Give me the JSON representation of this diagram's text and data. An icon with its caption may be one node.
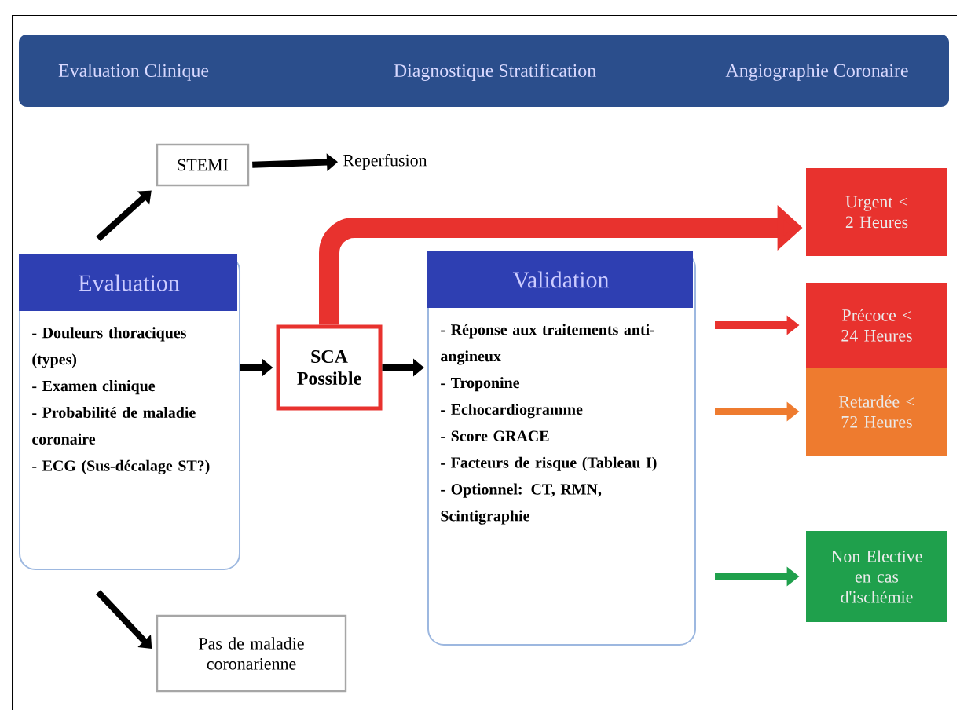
{
  "diagram": {
    "nodes": [
      {
        "text": [
          "STEMI"
        ]
      },
      {
        "text": [
          "Reperfusion"
        ]
      },
      {
        "text": [
          "Evaluation",
          "- Douleurs thoraciques (types)",
          "- Examen clinique",
          "- Probabilité de maladie coronaire",
          "- ECG (Sus-décalage ST?)"
        ]
      },
      {
        "text": [
          "SCA Possible"
        ]
      },
      {
        "text": [
          "Validation",
          "- Réponse aux traitements anti-angineux",
          "- Troponine",
          "- Echocardiogramme",
          "- Score GRACE",
          "- Facteurs de risque (Tableau I)",
          "- Optionnel: CT, RMN, Scintigraphie"
        ]
      },
      {
        "text": [
          "Pas de maladie coronarienne"
        ]
      },
      {
        "text": [
          "Urgent < 2 Heures"
        ]
      },
      {
        "text": [
          "Précoce < 24 Heures"
        ]
      },
      {
        "text": [
          "Retardée < 72 Heures"
        ]
      },
      {
        "text": [
          "Non Elective en cas d'ischémie"
        ]
      }
    ],
    "edges": [
      {
        "from": 2,
        "to": 0,
        "arrow": "to"
      },
      {
        "from": 0,
        "to": 1,
        "arrow": "to"
      },
      {
        "from": 2,
        "to": 5,
        "arrow": "to"
      },
      {
        "from": 2,
        "to": 3,
        "arrow": "to"
      },
      {
        "from": 3,
        "to": 4,
        "arrow": "to"
      },
      {
        "from": 3,
        "to": 6,
        "arrow": "to",
        "style": "thick",
        "color": "#e8322e"
      },
      {
        "from": 4,
        "to": 7,
        "arrow": "to",
        "color": "#e8322e"
      },
      {
        "from": 4,
        "to": 8,
        "arrow": "to",
        "color": "#ee7b2f"
      },
      {
        "from": 4,
        "to": 9,
        "arrow": "to",
        "color": "#1fa04c"
      }
    ],
    "labels": [
      "Evaluation Clinique",
      "Diagnostique Stratification",
      "Angiographie Coronaire"
    ]
  }
}
